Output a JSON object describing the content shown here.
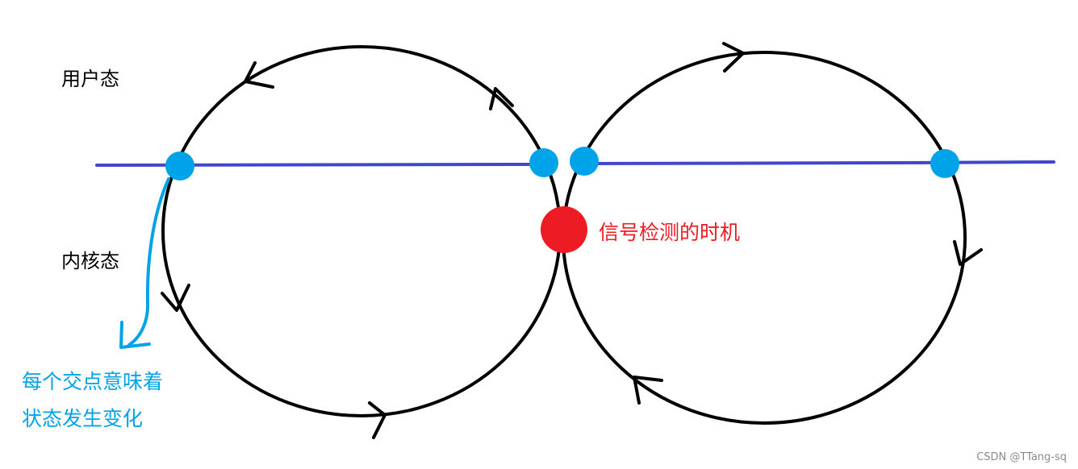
{
  "labels": {
    "user_mode": "用户态",
    "kernel_mode": "内核态",
    "signal_check": "信号检测的时机",
    "note_line1": "每个交点意味着",
    "note_line2": "状态发生变化"
  },
  "watermark": "CSDN @TTang-sq",
  "colors": {
    "circle_stroke": "#000000",
    "boundary_line": "#3f48cc",
    "intersection_dot": "#00a2e8",
    "signal_dot": "#ed1c24",
    "annotation": "#00a2e8"
  }
}
